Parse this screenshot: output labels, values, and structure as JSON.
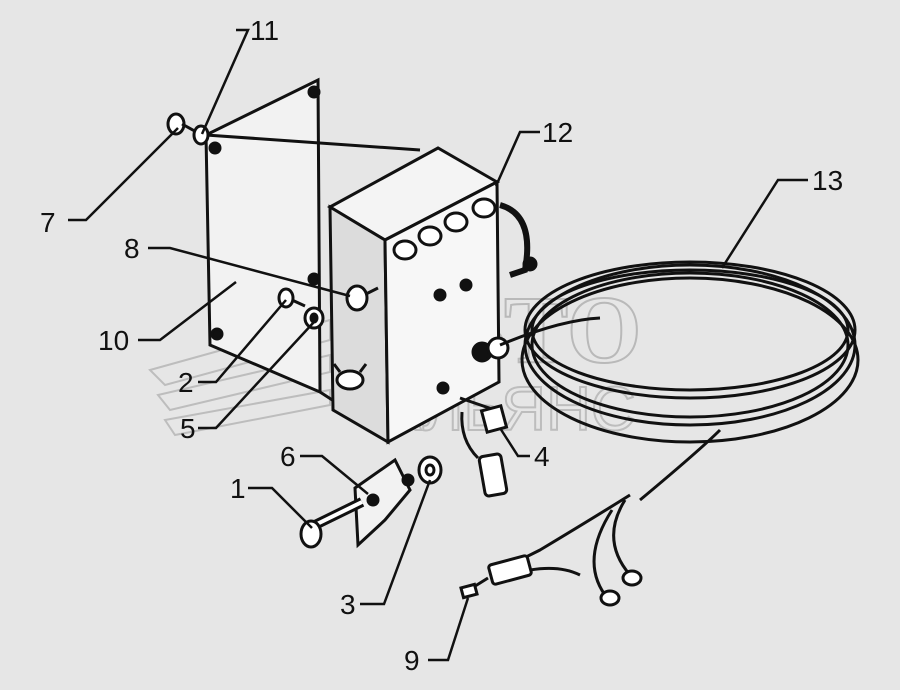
{
  "callouts": [
    {
      "id": "c1",
      "label": "1"
    },
    {
      "id": "c2",
      "label": "2"
    },
    {
      "id": "c3",
      "label": "3"
    },
    {
      "id": "c4",
      "label": "4"
    },
    {
      "id": "c5",
      "label": "5"
    },
    {
      "id": "c6",
      "label": "6"
    },
    {
      "id": "c7",
      "label": "7"
    },
    {
      "id": "c8",
      "label": "8"
    },
    {
      "id": "c9",
      "label": "9"
    },
    {
      "id": "c10",
      "label": "10"
    },
    {
      "id": "c11",
      "label": "11"
    },
    {
      "id": "c12",
      "label": "12"
    },
    {
      "id": "c13",
      "label": "13"
    }
  ],
  "watermark": {
    "line1": "АВТО",
    "line2": "АЛЬЯНС"
  },
  "colors": {
    "background": "#e6e6e6",
    "ink": "#111111",
    "watermark": "#b9b9b9"
  }
}
